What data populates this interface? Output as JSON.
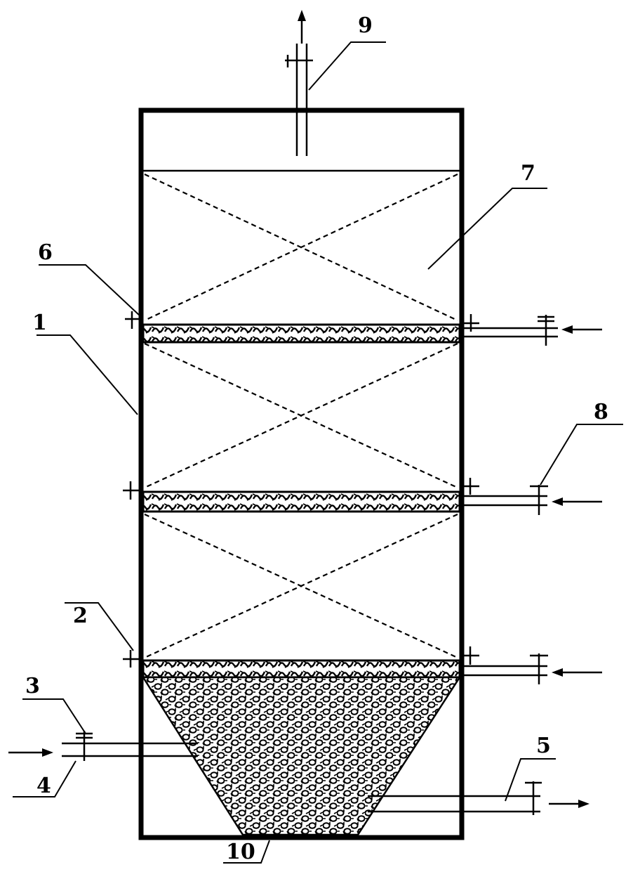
{
  "labels": {
    "n1": "1",
    "n2": "2",
    "n3": "3",
    "n4": "4",
    "n5": "5",
    "n6": "6",
    "n7": "7",
    "n8": "8",
    "n9": "9",
    "n10": "10"
  },
  "colors": {
    "ink": "#000000",
    "background": "#ffffff"
  }
}
